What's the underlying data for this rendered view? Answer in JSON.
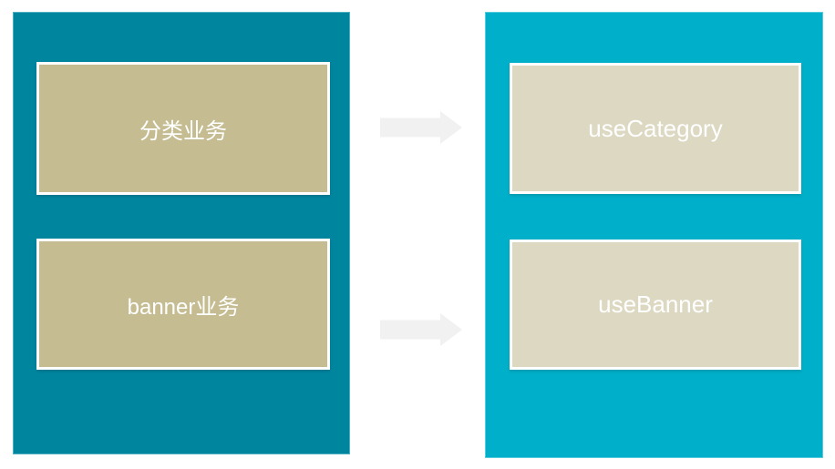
{
  "diagram": {
    "left_panel": {
      "background_color": "#00859F",
      "node_fill_color": "#C6BC92",
      "nodes": [
        {
          "label": "分类业务"
        },
        {
          "label": "banner业务"
        }
      ]
    },
    "right_panel": {
      "background_color": "#00AFC9",
      "node_fill_color": "#DDD8C1",
      "nodes": [
        {
          "label": "useCategory"
        },
        {
          "label": "useBanner"
        }
      ]
    },
    "arrows": [
      {
        "from": "分类业务",
        "to": "useCategory",
        "direction": "right",
        "color": "#F1F1F1"
      },
      {
        "from": "banner业务",
        "to": "useBanner",
        "direction": "right",
        "color": "#F1F1F1"
      }
    ],
    "node_border_color": "#FFFFFF",
    "text_color": "#FFFFFF"
  }
}
